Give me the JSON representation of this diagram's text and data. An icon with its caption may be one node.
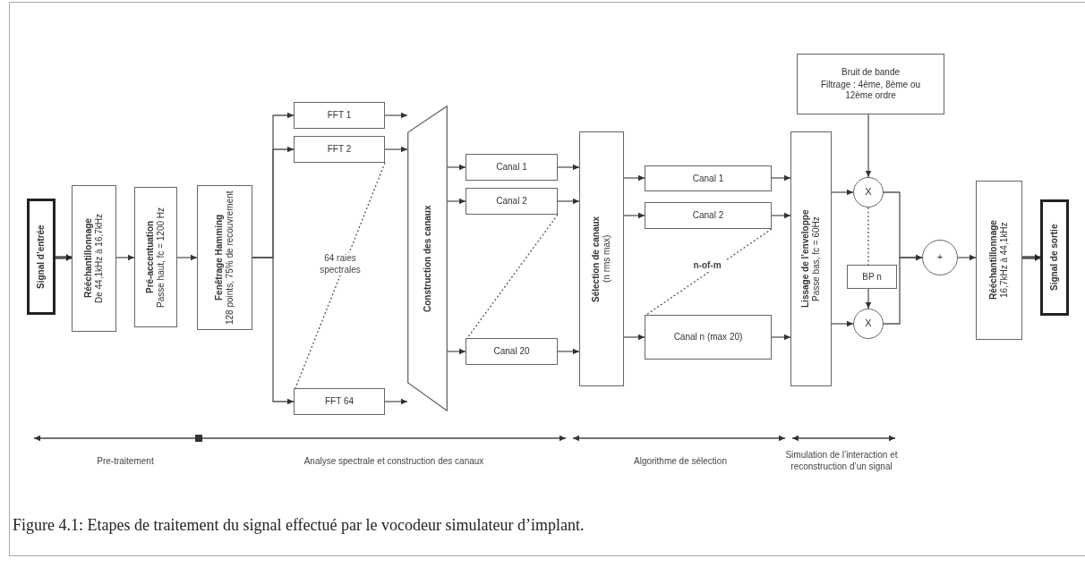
{
  "diagram": {
    "caption": "Figure 4.1: Etapes de traitement du signal effectué par le vocodeur simulateur d’implant.",
    "nodes": [
      {
        "text": [
          "Signal d’entrée"
        ]
      },
      {
        "text": [
          "Rééchantillonnage",
          "De 44,1kHz à 16,7kHz"
        ]
      },
      {
        "text": [
          "Pré-accentuation",
          "Passe haut, fc = 1200 Hz"
        ]
      },
      {
        "text": [
          "Fenêtrage Hamming",
          "128 points, 75% de recouvrement"
        ]
      },
      {
        "text": [
          "FFT 1"
        ]
      },
      {
        "text": [
          "FFT 2"
        ]
      },
      {
        "text": [
          "FFT 64"
        ]
      },
      {
        "text": [
          "Construction des canaux"
        ]
      },
      {
        "text": [
          "Canal 1"
        ]
      },
      {
        "text": [
          "Canal 2"
        ]
      },
      {
        "text": [
          "Canal 20"
        ]
      },
      {
        "text": [
          "Sélection de canaux",
          "(n rms max)"
        ]
      },
      {
        "text": [
          "Canal 1"
        ]
      },
      {
        "text": [
          "Canal 2"
        ]
      },
      {
        "text": [
          "Canal n (max 20)"
        ]
      },
      {
        "text": [
          "Lissage de l’enveloppe",
          "Passe bas, fc = 60Hz"
        ]
      },
      {
        "text": [
          "Bruit de bande",
          "Filtrage : 4ème, 8ème ou 12ème ordre"
        ]
      },
      {
        "text": [
          "X"
        ]
      },
      {
        "text": [
          "BP n"
        ]
      },
      {
        "text": [
          "X"
        ]
      },
      {
        "text": [
          "+"
        ]
      },
      {
        "text": [
          "Rééchantillonnage",
          "16,7kHz à 44,1kHz"
        ]
      },
      {
        "text": [
          "Signal de sortie"
        ]
      }
    ],
    "edges": [
      {
        "from": 0,
        "to": 1,
        "arrow": "to",
        "style": "thick"
      },
      {
        "from": 1,
        "to": 2,
        "arrow": "to"
      },
      {
        "from": 2,
        "to": 3,
        "arrow": "to"
      },
      {
        "from": 3,
        "to": 4,
        "arrow": "to"
      },
      {
        "from": 3,
        "to": 5,
        "arrow": "to"
      },
      {
        "from": 3,
        "to": 6,
        "arrow": "to"
      },
      {
        "from": 4,
        "to": 7,
        "arrow": "to"
      },
      {
        "from": 5,
        "to": 7,
        "arrow": "to"
      },
      {
        "from": 6,
        "to": 7,
        "arrow": "to"
      },
      {
        "from": 7,
        "to": 8,
        "arrow": "to"
      },
      {
        "from": 7,
        "to": 9,
        "arrow": "to"
      },
      {
        "from": 7,
        "to": 10,
        "arrow": "to"
      },
      {
        "from": 8,
        "to": 11,
        "arrow": "to"
      },
      {
        "from": 9,
        "to": 11,
        "arrow": "to"
      },
      {
        "from": 10,
        "to": 11,
        "arrow": "to"
      },
      {
        "from": 11,
        "to": 12,
        "arrow": "to"
      },
      {
        "from": 11,
        "to": 13,
        "arrow": "to"
      },
      {
        "from": 11,
        "to": 14,
        "arrow": "to"
      },
      {
        "from": 12,
        "to": 15,
        "arrow": "to"
      },
      {
        "from": 13,
        "to": 15,
        "arrow": "to"
      },
      {
        "from": 14,
        "to": 15,
        "arrow": "to"
      },
      {
        "from": 15,
        "to": 17,
        "arrow": "to"
      },
      {
        "from": 15,
        "to": 19,
        "arrow": "to"
      },
      {
        "from": 16,
        "to": 17,
        "arrow": "to"
      },
      {
        "from": 18,
        "to": 19,
        "arrow": "to"
      },
      {
        "from": 17,
        "to": 20,
        "arrow": "to"
      },
      {
        "from": 19,
        "to": 20,
        "arrow": "to"
      },
      {
        "from": 20,
        "to": 21,
        "arrow": "to"
      },
      {
        "from": 21,
        "to": 22,
        "arrow": "to",
        "style": "thick"
      },
      {
        "from": 5,
        "to": 6,
        "arrow": "none",
        "style": "dashed"
      },
      {
        "from": 9,
        "to": 10,
        "arrow": "none",
        "style": "dashed"
      },
      {
        "from": 13,
        "to": 14,
        "arrow": "none",
        "style": "dashed"
      },
      {
        "from": 17,
        "to": 18,
        "arrow": "none",
        "style": "dashed"
      }
    ],
    "labels": [
      "64 raies spectrales",
      "n-of-m",
      "Pre-traitement",
      "Analyse spectrale et construction des canaux",
      "Algorithme de sélection",
      "Simulation de l’interaction et reconstruction d’un signal"
    ]
  }
}
